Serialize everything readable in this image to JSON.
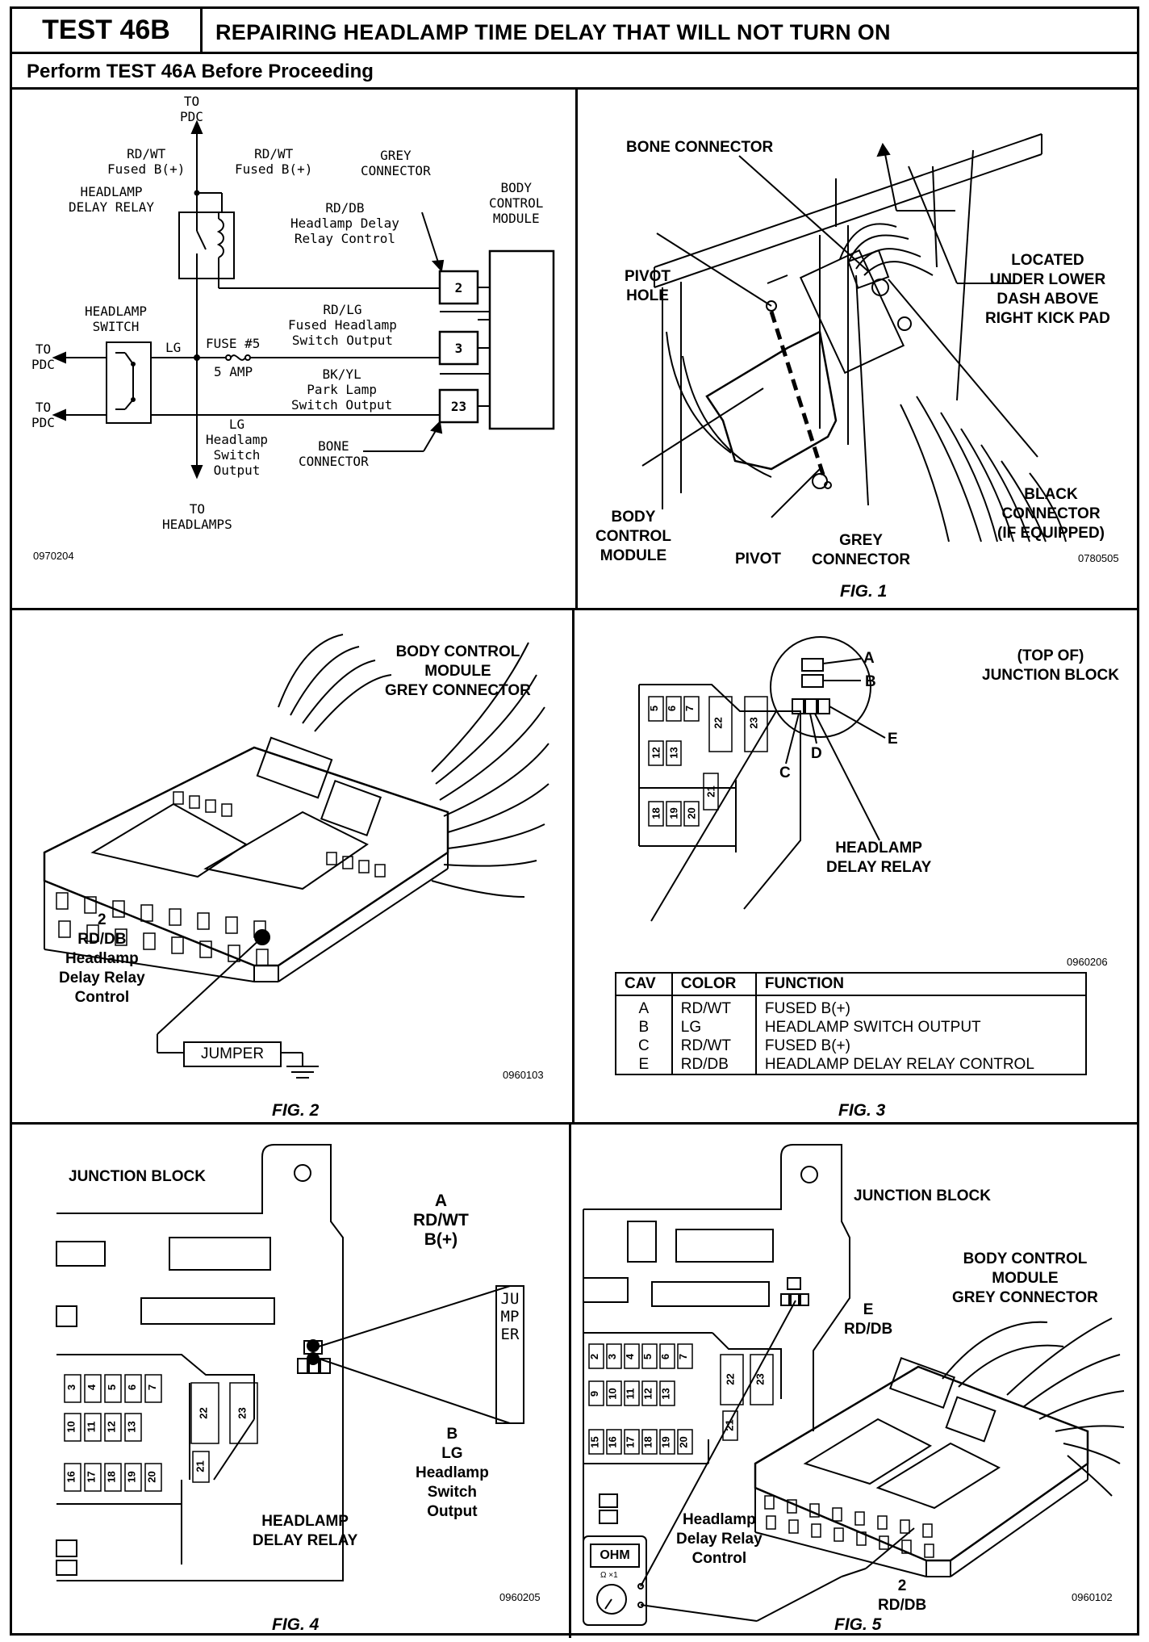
{
  "header": {
    "test_id": "TEST 46B",
    "title": "REPAIRING HEADLAMP TIME DELAY THAT WILL NOT TURN ON",
    "subtitle": "Perform TEST 46A Before Proceeding"
  },
  "schematic": {
    "to_pdc_top": "TO\nPDC",
    "rdwt_left": "RD/WT\nFused B(+)",
    "rdwt_right": "RD/WT\nFused B(+)",
    "grey_connector": "GREY\nCONNECTOR",
    "body_control_module": "BODY\nCONTROL\nMODULE",
    "headlamp_delay_relay": "HEADLAMP\nDELAY RELAY",
    "rddb_label": "RD/DB\nHeadlamp Delay\nRelay Control",
    "pin_2": "2",
    "headlamp_switch": "HEADLAMP\nSWITCH",
    "to_pdc_left1": "TO\nPDC",
    "lg_wire": "LG",
    "fuse": "FUSE #5",
    "fuse_amp": "5 AMP",
    "rdlg_label": "RD/LG\nFused Headlamp\nSwitch Output",
    "pin_3": "3",
    "to_pdc_left2": "TO\nPDC",
    "bkyl_label": "BK/YL\nPark Lamp\nSwitch Output",
    "pin_23": "23",
    "lg_output": "LG\nHeadlamp\nSwitch\nOutput",
    "bone_connector": "BONE\nCONNECTOR",
    "to_headlamps": "TO\nHEADLAMPS",
    "code": "0970204"
  },
  "fig1": {
    "bone_connector": "BONE CONNECTOR",
    "pivot_hole": "PIVOT\nHOLE",
    "located": "LOCATED\nUNDER LOWER\nDASH ABOVE\nRIGHT KICK PAD",
    "black_connector": "BLACK\nCONNECTOR\n(IF EQUIPPED)",
    "body_control_module": "BODY\nCONTROL\nMODULE",
    "pivot": "PIVOT",
    "grey_connector": "GREY\nCONNECTOR",
    "code": "0780505",
    "caption": "FIG. 1"
  },
  "fig2": {
    "title": "BODY CONTROL\nMODULE\nGREY CONNECTOR",
    "pin_label": "2\nRD/DB\nHeadlamp\nDelay Relay\nControl",
    "jumper": "JUMPER",
    "code": "0960103",
    "caption": "FIG. 2"
  },
  "fig3": {
    "top_of": "(TOP OF)\nJUNCTION BLOCK",
    "cav_a": "A",
    "cav_b": "B",
    "cav_c": "C",
    "cav_d": "D",
    "cav_e": "E",
    "relay_label": "HEADLAMP\nDELAY RELAY",
    "fuses": [
      "5",
      "6",
      "7",
      "22",
      "23",
      "12",
      "13",
      "21",
      "18",
      "19",
      "20"
    ],
    "code": "0960206",
    "table": {
      "headers": [
        "CAV",
        "COLOR",
        "FUNCTION"
      ],
      "rows": [
        [
          "A",
          "RD/WT",
          "FUSED B(+)"
        ],
        [
          "B",
          "LG",
          "HEADLAMP SWITCH OUTPUT"
        ],
        [
          "C",
          "RD/WT",
          "FUSED B(+)"
        ],
        [
          "E",
          "RD/DB",
          "HEADLAMP DELAY RELAY CONTROL"
        ]
      ]
    },
    "caption": "FIG. 3"
  },
  "fig4": {
    "junction_block": "JUNCTION BLOCK",
    "a_label": "A\nRD/WT\nB(+)",
    "jumper": "JUMPER",
    "b_label": "B\nLG\nHeadlamp\nSwitch\nOutput",
    "relay_label": "HEADLAMP\nDELAY RELAY",
    "fuses": [
      "3",
      "4",
      "5",
      "6",
      "7",
      "22",
      "23",
      "10",
      "11",
      "12",
      "13",
      "21",
      "16",
      "17",
      "18",
      "19",
      "20"
    ],
    "code": "0960205",
    "caption": "FIG. 4"
  },
  "fig5": {
    "junction_block": "JUNCTION BLOCK",
    "bcm_label": "BODY CONTROL\nMODULE\nGREY CONNECTOR",
    "e_label": "E\nRD/DB",
    "ohm": "OHM",
    "meter_sub": "Ω ×1",
    "control_label": "Headlamp\nDelay Relay\nControl",
    "pin_label": "2\nRD/DB",
    "fuses": [
      "2",
      "3",
      "4",
      "5",
      "6",
      "7",
      "22",
      "23",
      "9",
      "10",
      "11",
      "12",
      "13",
      "21",
      "15",
      "16",
      "17",
      "18",
      "19",
      "20"
    ],
    "code": "0960102",
    "caption": "FIG. 5"
  }
}
